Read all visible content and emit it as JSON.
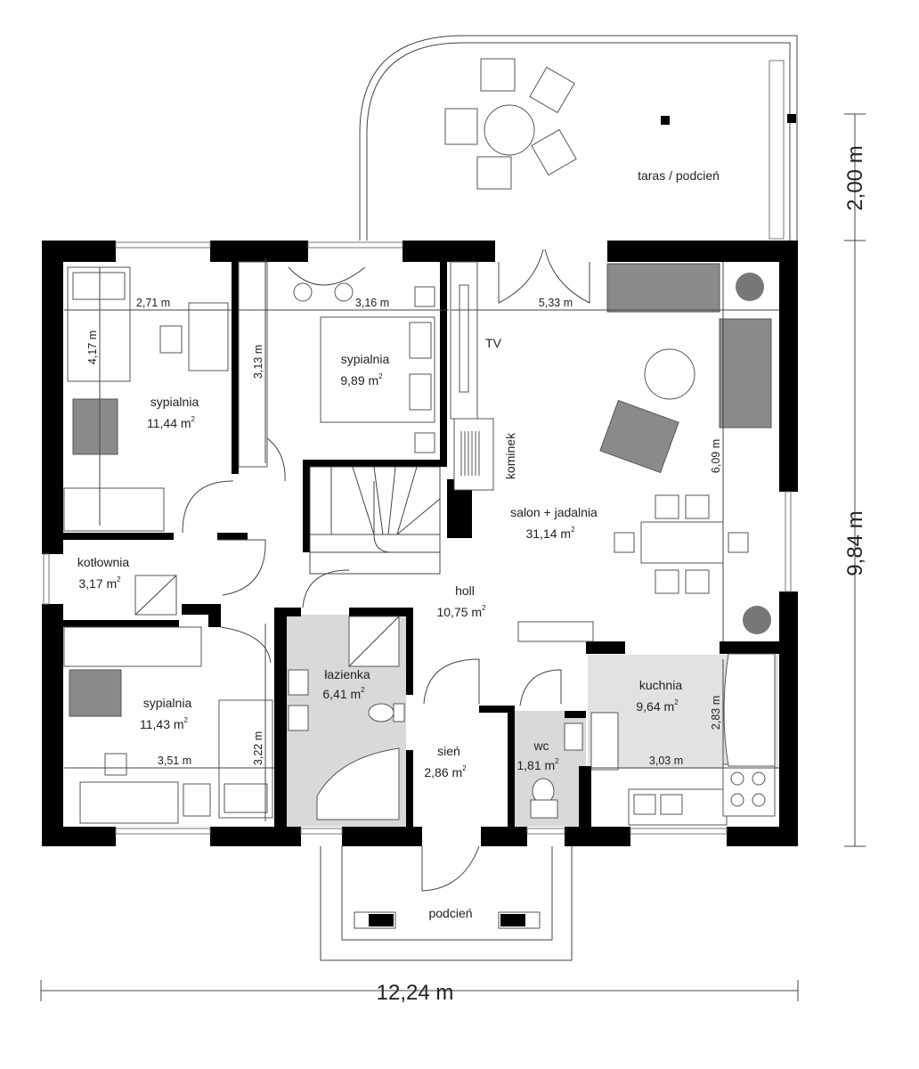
{
  "rooms": {
    "bedroom1": {
      "name": "sypialnia",
      "area": "11,44 m",
      "sup": "2"
    },
    "bedroom2": {
      "name": "sypialnia",
      "area": "9,89 m",
      "sup": "2"
    },
    "bedroom3": {
      "name": "sypialnia",
      "area": "11,43 m",
      "sup": "2"
    },
    "boiler": {
      "name": "kotłownia",
      "area": "3,17 m",
      "sup": "2"
    },
    "living": {
      "name": "salon + jadalnia",
      "area": "31,14 m",
      "sup": "2"
    },
    "hall": {
      "name": "holl",
      "area": "10,75 m",
      "sup": "2"
    },
    "bathroom": {
      "name": "łazienka",
      "area": "6,41 m",
      "sup": "2"
    },
    "vestibule": {
      "name": "sień",
      "area": "2,86 m",
      "sup": "2"
    },
    "wc": {
      "name": "wc",
      "area": "1,81 m",
      "sup": "2"
    },
    "kitchen": {
      "name": "kuchnia",
      "area": "9,64 m",
      "sup": "2"
    },
    "terrace": {
      "name": "taras / podcień"
    },
    "porch": {
      "name": "podcień"
    }
  },
  "labels": {
    "tv": "TV",
    "fireplace": "kominek"
  },
  "dimensions": {
    "d271": "2,71 m",
    "d417": "4,17 m",
    "d316": "3,16 m",
    "d313": "3,13 m",
    "d533": "5,33 m",
    "d609": "6,09 m",
    "d322": "3,22 m",
    "d351": "3,51 m",
    "d303": "3,03 m",
    "d283": "2,83 m",
    "total_width": "12,24 m",
    "total_depth": "9,84 m",
    "terrace_depth": "2,00 m"
  },
  "colors": {
    "wall": "#000000",
    "wet_room_floor": "#d9d9d9",
    "sofa": "#8a8a8a"
  }
}
